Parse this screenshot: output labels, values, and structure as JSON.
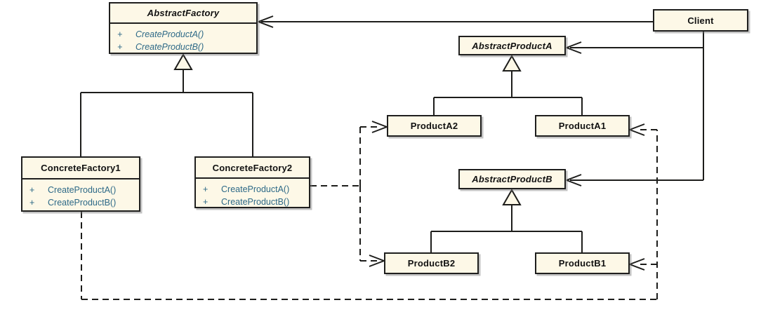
{
  "colors": {
    "background": "#ffffff",
    "box_fill": "#fdf8e7",
    "box_border": "#1f1f1e",
    "connector_line": "#1d1d1b",
    "title_text": "#111111",
    "method_text": "#2d6987"
  },
  "classes": {
    "abstractFactory": {
      "name": "AbstractFactory",
      "abstract": true,
      "methods": [
        {
          "vis": "+",
          "sig": "CreateProductA()"
        },
        {
          "vis": "+",
          "sig": "CreateProductB()"
        }
      ]
    },
    "client": {
      "name": "Client",
      "abstract": false
    },
    "abstractProductA": {
      "name": "AbstractProductA",
      "abstract": true
    },
    "productA2": {
      "name": "ProductA2",
      "abstract": false
    },
    "productA1": {
      "name": "ProductA1",
      "abstract": false
    },
    "abstractProductB": {
      "name": "AbstractProductB",
      "abstract": true
    },
    "productB2": {
      "name": "ProductB2",
      "abstract": false
    },
    "productB1": {
      "name": "ProductB1",
      "abstract": false
    },
    "concreteFactory1": {
      "name": "ConcreteFactory1",
      "abstract": false,
      "methods": [
        {
          "vis": "+",
          "sig": "CreateProductA()"
        },
        {
          "vis": "+",
          "sig": "CreateProductB()"
        }
      ]
    },
    "concreteFactory2": {
      "name": "ConcreteFactory2",
      "abstract": false,
      "methods": [
        {
          "vis": "+",
          "sig": "CreateProductA()"
        },
        {
          "vis": "+",
          "sig": "CreateProductB()"
        }
      ]
    }
  },
  "relationships": [
    {
      "from": "Client",
      "to": "AbstractFactory",
      "type": "usage",
      "line": "solid",
      "arrow": "open"
    },
    {
      "from": "Client",
      "to": "AbstractProductA",
      "type": "usage",
      "line": "solid",
      "arrow": "open"
    },
    {
      "from": "Client",
      "to": "AbstractProductB",
      "type": "usage",
      "line": "solid",
      "arrow": "open"
    },
    {
      "from": "ConcreteFactory1",
      "to": "AbstractFactory",
      "type": "generalization",
      "line": "solid",
      "arrow": "hollow-triangle"
    },
    {
      "from": "ConcreteFactory2",
      "to": "AbstractFactory",
      "type": "generalization",
      "line": "solid",
      "arrow": "hollow-triangle"
    },
    {
      "from": "ProductA2",
      "to": "AbstractProductA",
      "type": "generalization",
      "line": "solid",
      "arrow": "hollow-triangle"
    },
    {
      "from": "ProductA1",
      "to": "AbstractProductA",
      "type": "generalization",
      "line": "solid",
      "arrow": "hollow-triangle"
    },
    {
      "from": "ProductB2",
      "to": "AbstractProductB",
      "type": "generalization",
      "line": "solid",
      "arrow": "hollow-triangle"
    },
    {
      "from": "ProductB1",
      "to": "AbstractProductB",
      "type": "generalization",
      "line": "solid",
      "arrow": "hollow-triangle"
    },
    {
      "from": "ConcreteFactory2",
      "to": "ProductA2",
      "type": "dependency",
      "line": "dashed",
      "arrow": "open"
    },
    {
      "from": "ConcreteFactory2",
      "to": "ProductB2",
      "type": "dependency",
      "line": "dashed",
      "arrow": "open"
    },
    {
      "from": "ConcreteFactory1",
      "to": "ProductA1",
      "type": "dependency",
      "line": "dashed",
      "arrow": "open"
    },
    {
      "from": "ConcreteFactory1",
      "to": "ProductB1",
      "type": "dependency",
      "line": "dashed",
      "arrow": "open"
    }
  ]
}
